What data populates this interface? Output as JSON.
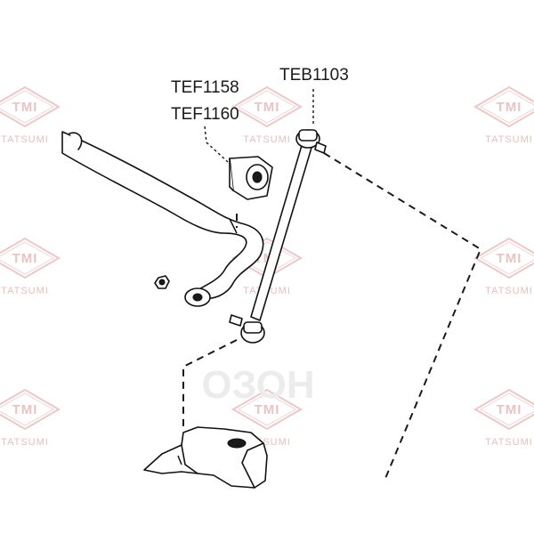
{
  "labels": {
    "bushing_code_1": "TEF1158",
    "bushing_code_2": "TEF1160",
    "link_code": "TEB1103"
  },
  "watermark": {
    "logo": "TMI",
    "brand": "TATSUMI",
    "center_logo": "ОЗОН"
  }
}
